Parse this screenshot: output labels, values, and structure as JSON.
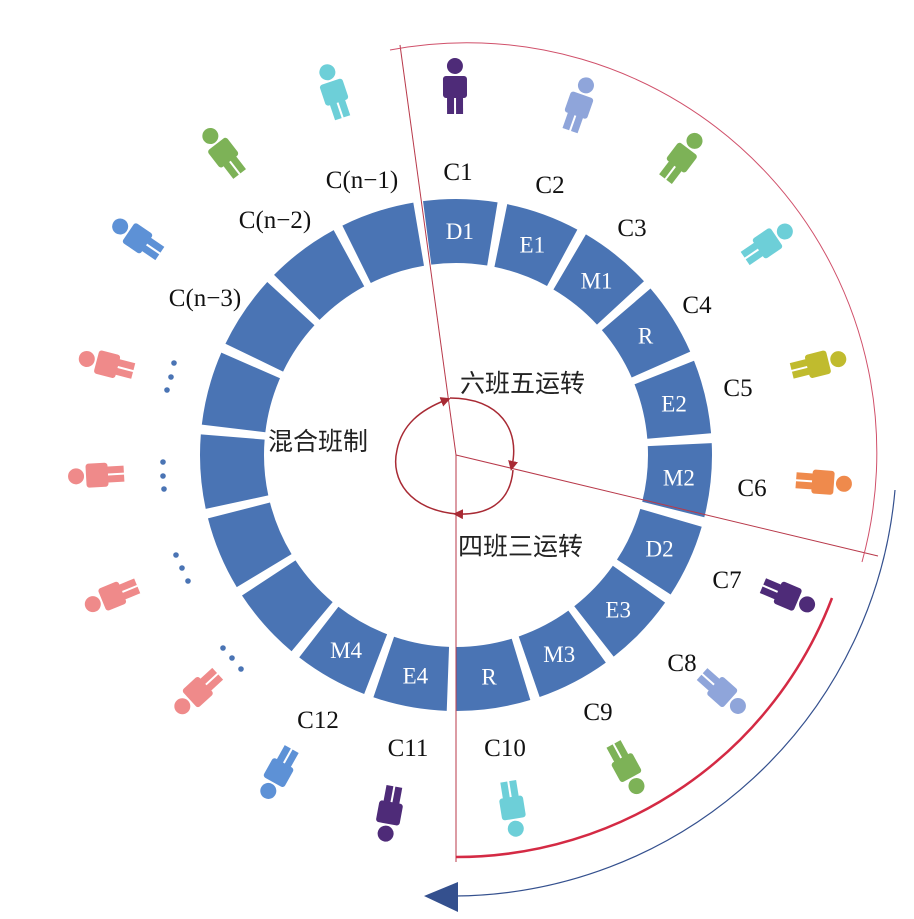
{
  "diagram": {
    "segments": [
      "D1",
      "E1",
      "M1",
      "R",
      "E2",
      "M2",
      "D2",
      "E3",
      "M3",
      "R",
      "E4",
      "M4",
      "",
      "",
      "",
      "",
      "",
      "",
      ""
    ],
    "crews": [
      "C1",
      "C2",
      "C3",
      "C4",
      "C5",
      "C6",
      "C7",
      "C8",
      "C9",
      "C10",
      "C11",
      "C12",
      "C(n−3)",
      "C(n−2)",
      "C(n−1)"
    ],
    "modes": {
      "six_crew": "六班五运转",
      "mixed": "混合班制",
      "four_crew": "四班三运转"
    },
    "colors": {
      "ring": "#4a74b4",
      "purple": "#4e2b78",
      "lavender": "#8fa5da",
      "green": "#7db257",
      "cyan": "#6dcfd8",
      "olive": "#c0bb2e",
      "orange": "#ef8a4c",
      "blue": "#5d91d6",
      "pink": "#ef8a8a",
      "line": "#b8394a",
      "arc_blue": "#34508e"
    }
  }
}
